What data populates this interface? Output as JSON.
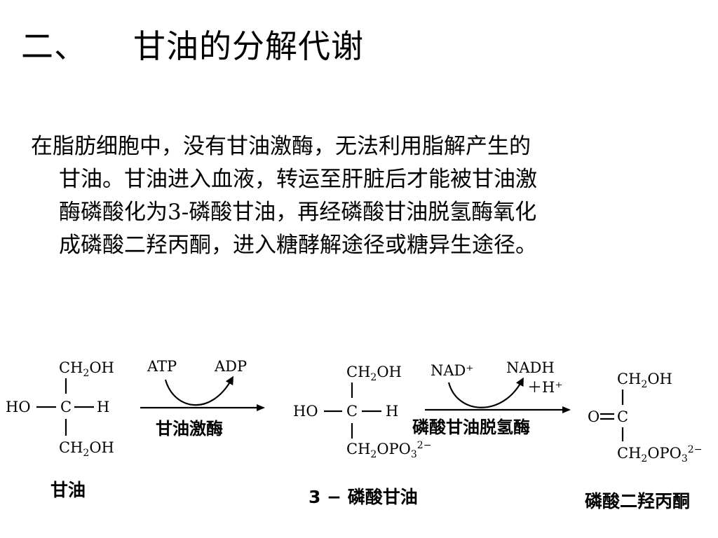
{
  "title": {
    "number": "二、",
    "text": "甘油的分解代谢"
  },
  "paragraph": {
    "lines": [
      "在脂肪细胞中，没有甘油激酶，无法利用脂解产生的",
      "甘油。甘油进入血液，转运至肝脏后才能被甘油激",
      "酶磷酸化为3-磷酸甘油，再经磷酸甘油脱氢酶氧化",
      "成磷酸二羟丙酮，进入糖酵解途径或糖异生途径。"
    ]
  },
  "scheme": {
    "glycerol": {
      "top": "CH",
      "top_sub": "2",
      "top_end": "OH",
      "left": "HO",
      "center": "C",
      "right": "H",
      "bottom": "CH",
      "bottom_sub": "2",
      "bottom_end": "OH",
      "name": "甘油"
    },
    "step1": {
      "cofactor_in": "ATP",
      "cofactor_out": "ADP",
      "enzyme": "甘油激酶"
    },
    "g3p": {
      "top": "CH",
      "top_sub": "2",
      "top_end": "OH",
      "left": "HO",
      "center": "C",
      "right": "H",
      "bottom": "CH",
      "bottom_sub": "2",
      "bottom_end": "OPO",
      "bottom_charge": "3",
      "bottom_charge_sup": "2−",
      "name": "3 − 磷酸甘油"
    },
    "step2": {
      "cofactor_in": "NAD⁺",
      "cofactor_out": "NADH",
      "cofactor_out_2": "＋H⁺",
      "enzyme": "磷酸甘油脱氢酶"
    },
    "dhap": {
      "top": "CH",
      "top_sub": "2",
      "top_end": "OH",
      "left": "O",
      "center": "C",
      "bottom": "CH",
      "bottom_sub": "2",
      "bottom_end": "OPO",
      "bottom_charge": "3",
      "bottom_charge_sup": "2−",
      "name": "磷酸二羟丙酮"
    }
  }
}
